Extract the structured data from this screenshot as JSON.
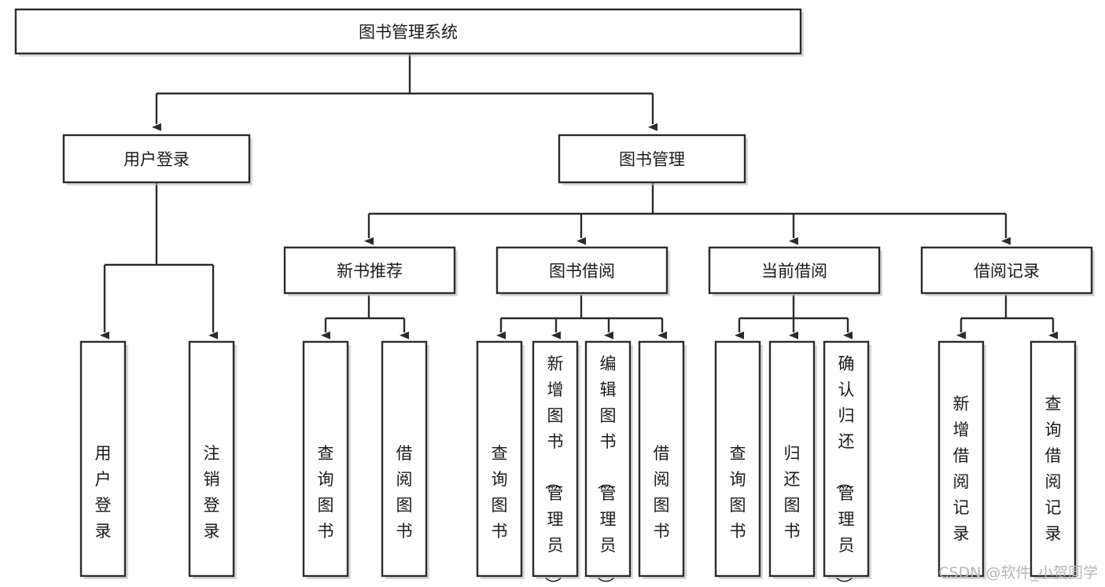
{
  "diagram": {
    "type": "tree-hierarchy",
    "title": "图书管理系统",
    "orientation": "top-down",
    "colors": {
      "stroke": "#2b2b2b",
      "fill": "#ffffff",
      "text": "#1a1a1a",
      "shadow": "#b8b8b8",
      "watermark": "#b5b5b5"
    },
    "root": {
      "label": "图书管理系统"
    },
    "level2": [
      {
        "label": "用户登录"
      },
      {
        "label": "图书管理"
      }
    ],
    "level3": [
      {
        "label": "新书推荐"
      },
      {
        "label": "图书借阅"
      },
      {
        "label": "当前借阅"
      },
      {
        "label": "借阅记录"
      }
    ],
    "leaves": {
      "user_login": [
        {
          "label": "用户登录"
        },
        {
          "label": "注销登录"
        }
      ],
      "new_book_recommend": [
        {
          "label": "查询图书"
        },
        {
          "label": "借阅图书"
        }
      ],
      "book_borrow": [
        {
          "label": "查询图书"
        },
        {
          "label": "新增图书（管理员）"
        },
        {
          "label": "编辑图书（管理员）"
        },
        {
          "label": "借阅图书"
        }
      ],
      "current_borrow": [
        {
          "label": "查询图书"
        },
        {
          "label": "归还图书"
        },
        {
          "label": "确认归还（管理员）"
        }
      ],
      "borrow_record": [
        {
          "label": "新增借阅记录"
        },
        {
          "label": "查询借阅记录"
        }
      ]
    }
  },
  "watermark": {
    "text": "CSDN @软件_小贺同学"
  }
}
